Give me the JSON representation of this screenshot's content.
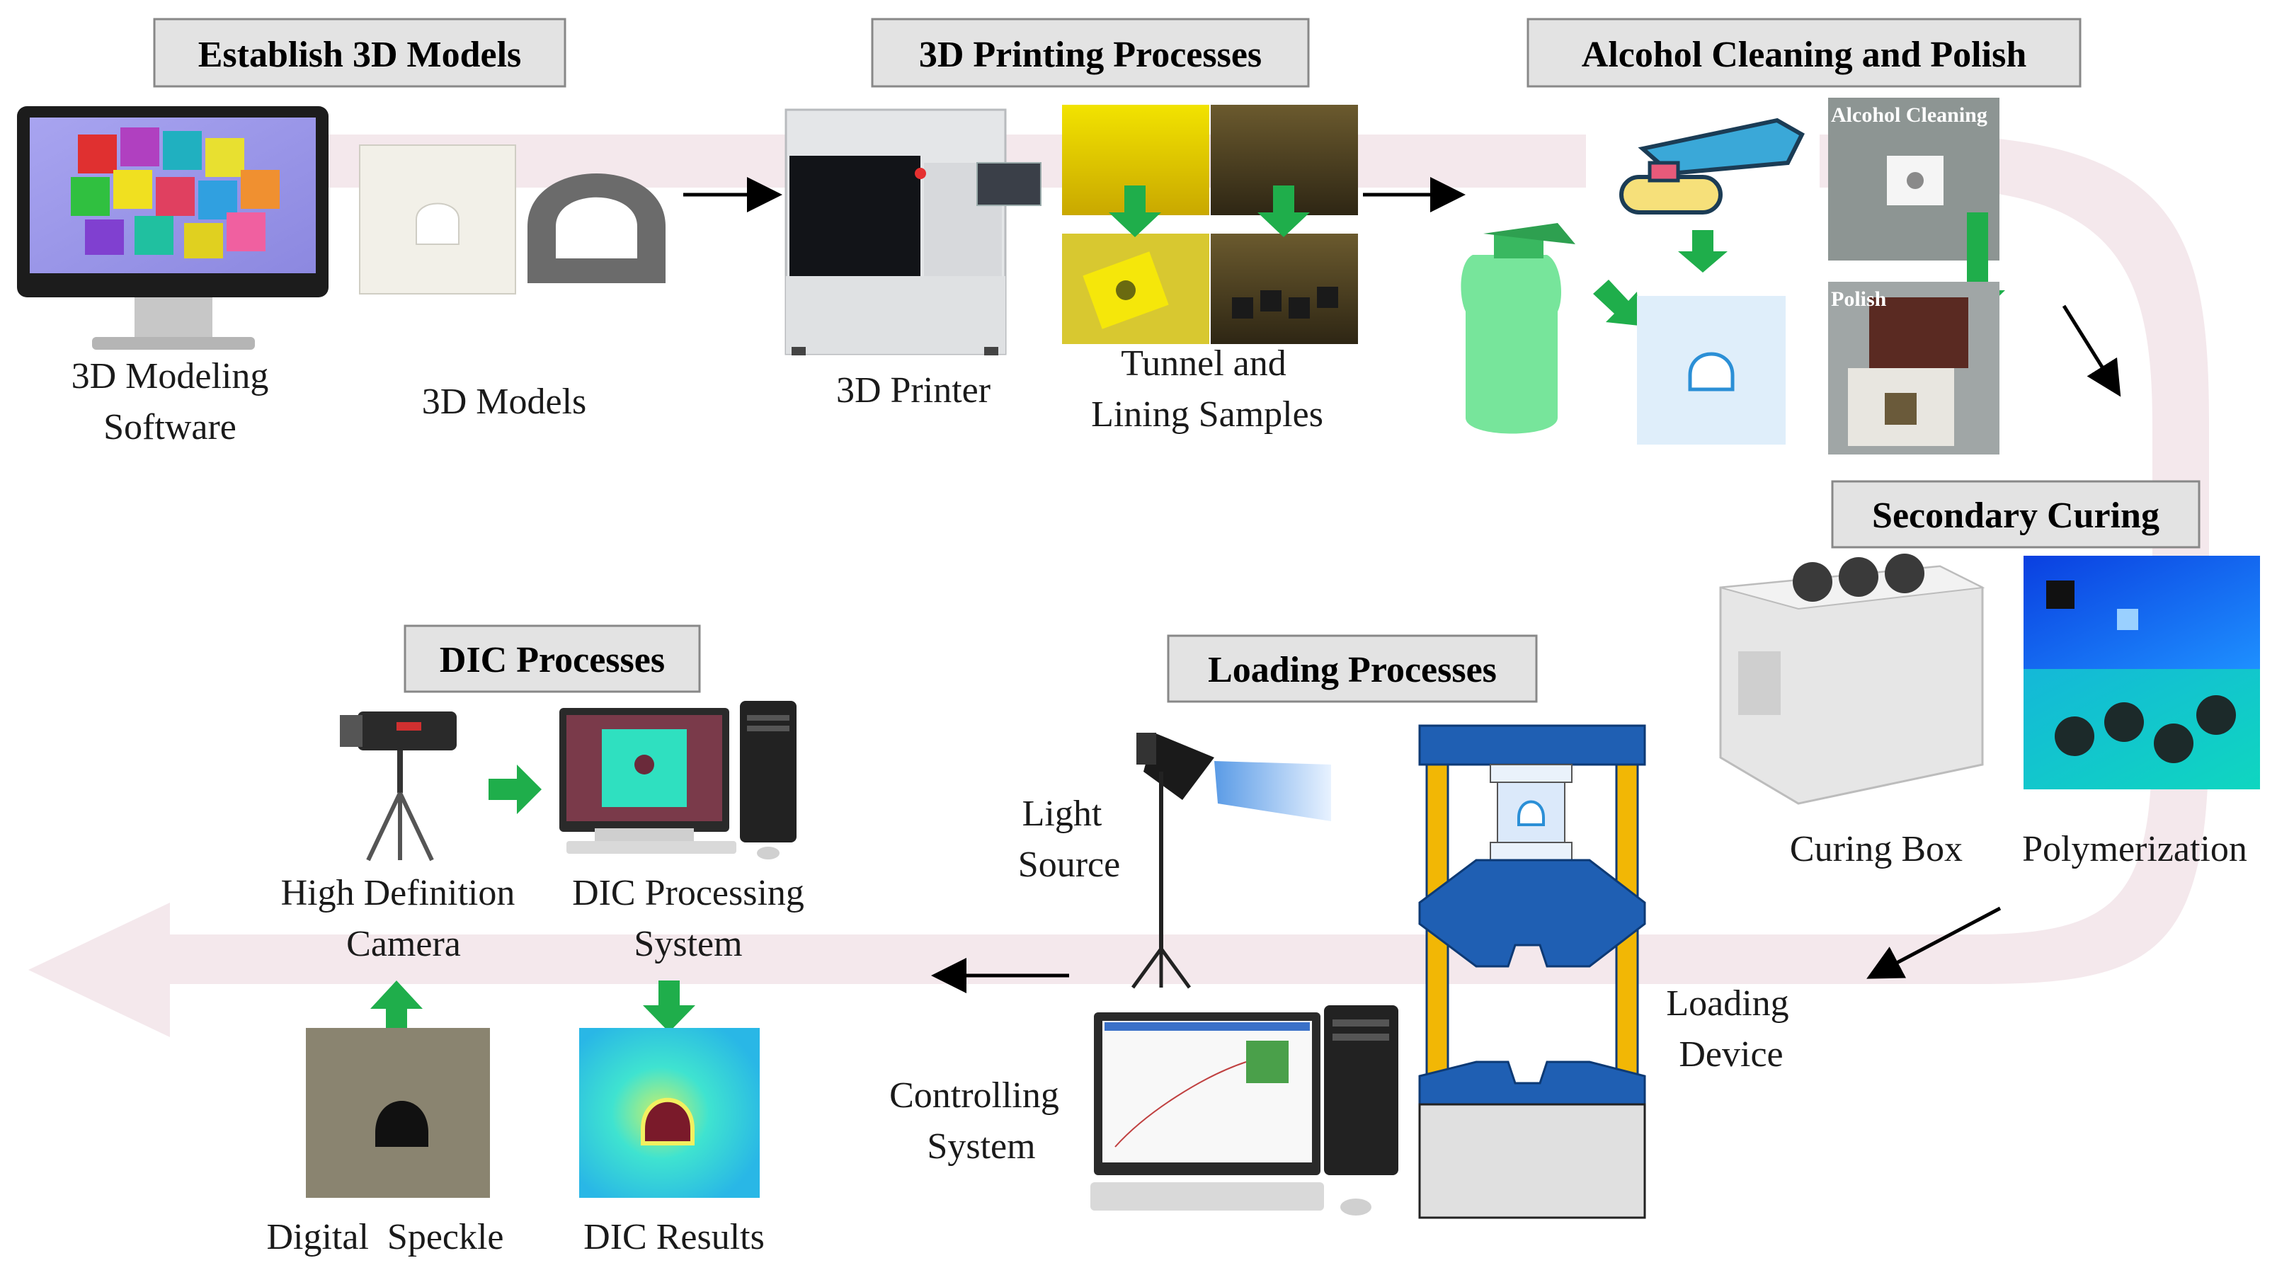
{
  "stages": {
    "establish": "Establish 3D Models",
    "printing": "3D Printing Processes",
    "cleaning": "Alcohol Cleaning and Polish",
    "curing": "Secondary Curing",
    "loading": "Loading Processes",
    "dic": "DIC Processes"
  },
  "captions": {
    "modeling_software": [
      "3D Modeling",
      "Software"
    ],
    "models": [
      "3D Models"
    ],
    "printer": [
      "3D Printer"
    ],
    "samples": [
      "Tunnel and",
      "Lining Samples"
    ],
    "curing_box": [
      "Curing Box"
    ],
    "polymerization": [
      "Polymerization"
    ],
    "loading_device": [
      "Loading",
      "Device"
    ],
    "controlling_system": [
      "Controlling",
      "System"
    ],
    "light_source": [
      "Light",
      "Source"
    ],
    "hd_camera": [
      "High Definition",
      "Camera"
    ],
    "dic_system": [
      "DIC Processing",
      "System"
    ],
    "digital_speckle": [
      "Digital  Speckle"
    ],
    "dic_results": [
      "DIC Results"
    ]
  },
  "photo_labels": {
    "alcohol_cleaning": "Alcohol  Cleaning",
    "polish": "Polish"
  },
  "colors": {
    "flow_band": "#f4e8ec",
    "title_box_fill": "#e3e3e3",
    "green_arrow": "#1fae4b",
    "machine_blue": "#1f5fb3",
    "machine_yellow": "#f2b705"
  }
}
